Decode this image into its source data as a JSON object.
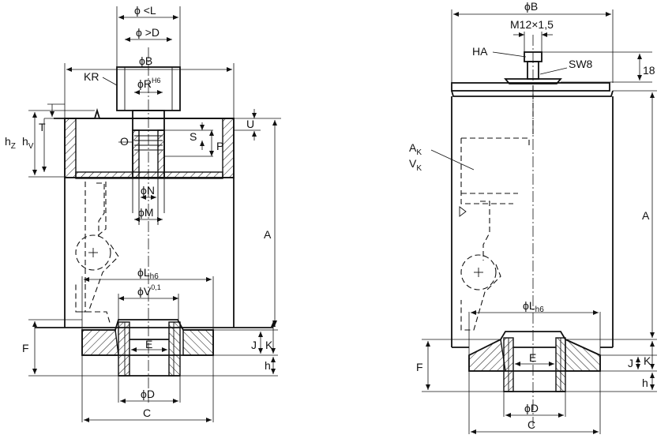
{
  "left_view": {
    "labels": {
      "dia_lt_L": "ϕ <L",
      "dia_gt_D": "ϕ >D",
      "dia_B": "ϕB",
      "kr": "KR",
      "dia_R": "ϕR",
      "dia_R_tol": "H6",
      "t": "T",
      "hz": "h",
      "hz_sub": "Z",
      "hv": "h",
      "hv_sub": "V",
      "u": "U",
      "o": "O",
      "s": "S",
      "p": "P",
      "dia_N": "ϕN",
      "dia_M": "ϕM",
      "a": "A",
      "dia_L": "ϕL",
      "dia_L_tol": "h6",
      "dia_V": "ϕV",
      "dia_V_tol": "0,1",
      "f": "F",
      "e": "E",
      "j": "J",
      "k": "K",
      "h": "h",
      "dia_D": "ϕD",
      "c": "C"
    }
  },
  "right_view": {
    "labels": {
      "dia_B": "ϕB",
      "thread": "M12×1,5",
      "ha": "HA",
      "sw": "SW8",
      "dim_18": "18",
      "ak": "A",
      "ak_sub": "K",
      "vk": "V",
      "vk_sub": "K",
      "a": "A",
      "dia_L": "ϕL",
      "dia_L_tol": "h6",
      "f": "F",
      "e": "E",
      "j": "J",
      "k": "K",
      "h": "h",
      "dia_D": "ϕD",
      "c": "C"
    }
  }
}
